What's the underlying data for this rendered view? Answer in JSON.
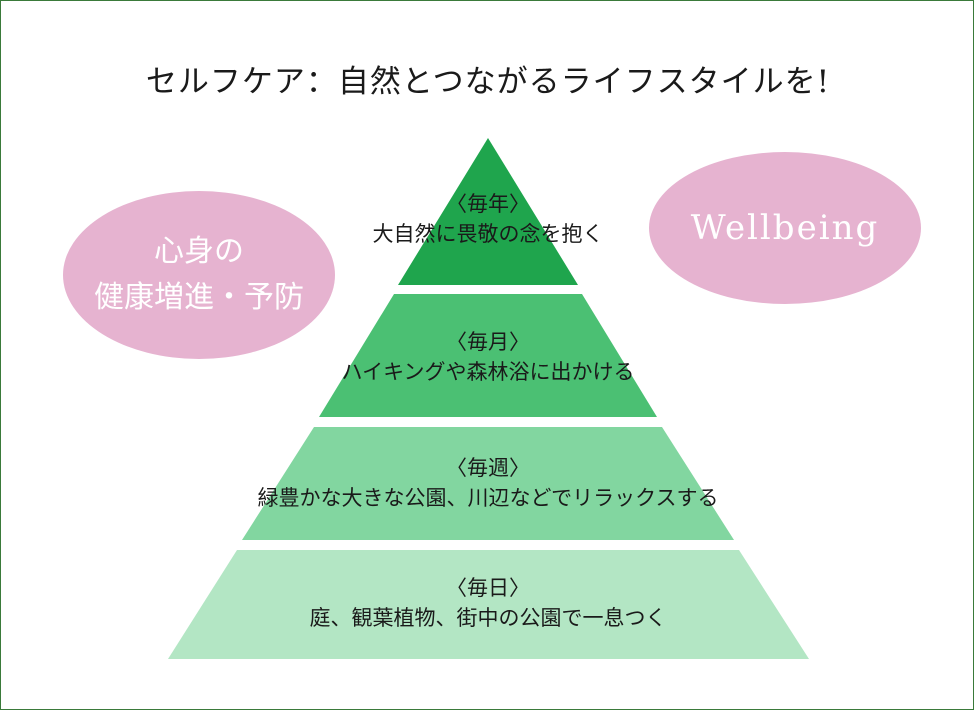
{
  "title": "セルフケア：自然とつながるライフスタイルを!",
  "colors": {
    "ellipse": "#e6b3d0",
    "tier_year": "#1fa54d",
    "tier_month": "#4bc073",
    "tier_week": "#82d6a0",
    "tier_day": "#b3e6c4",
    "border": "#3a7a3a"
  },
  "left_bubble": {
    "line1": "心身の",
    "line2": "健康増進・予防"
  },
  "right_bubble": {
    "label": "Wellbeing"
  },
  "tiers": [
    {
      "period": "〈毎年〉",
      "action": "大自然に畏敬の念を抱く"
    },
    {
      "period": "〈毎月〉",
      "action": "ハイキングや森林浴に出かける"
    },
    {
      "period": "〈毎週〉",
      "action": "緑豊かな大きな公園、川辺などでリラックスする"
    },
    {
      "period": "〈毎日〉",
      "action": "庭、観葉植物、街中の公園で一息つく"
    }
  ]
}
